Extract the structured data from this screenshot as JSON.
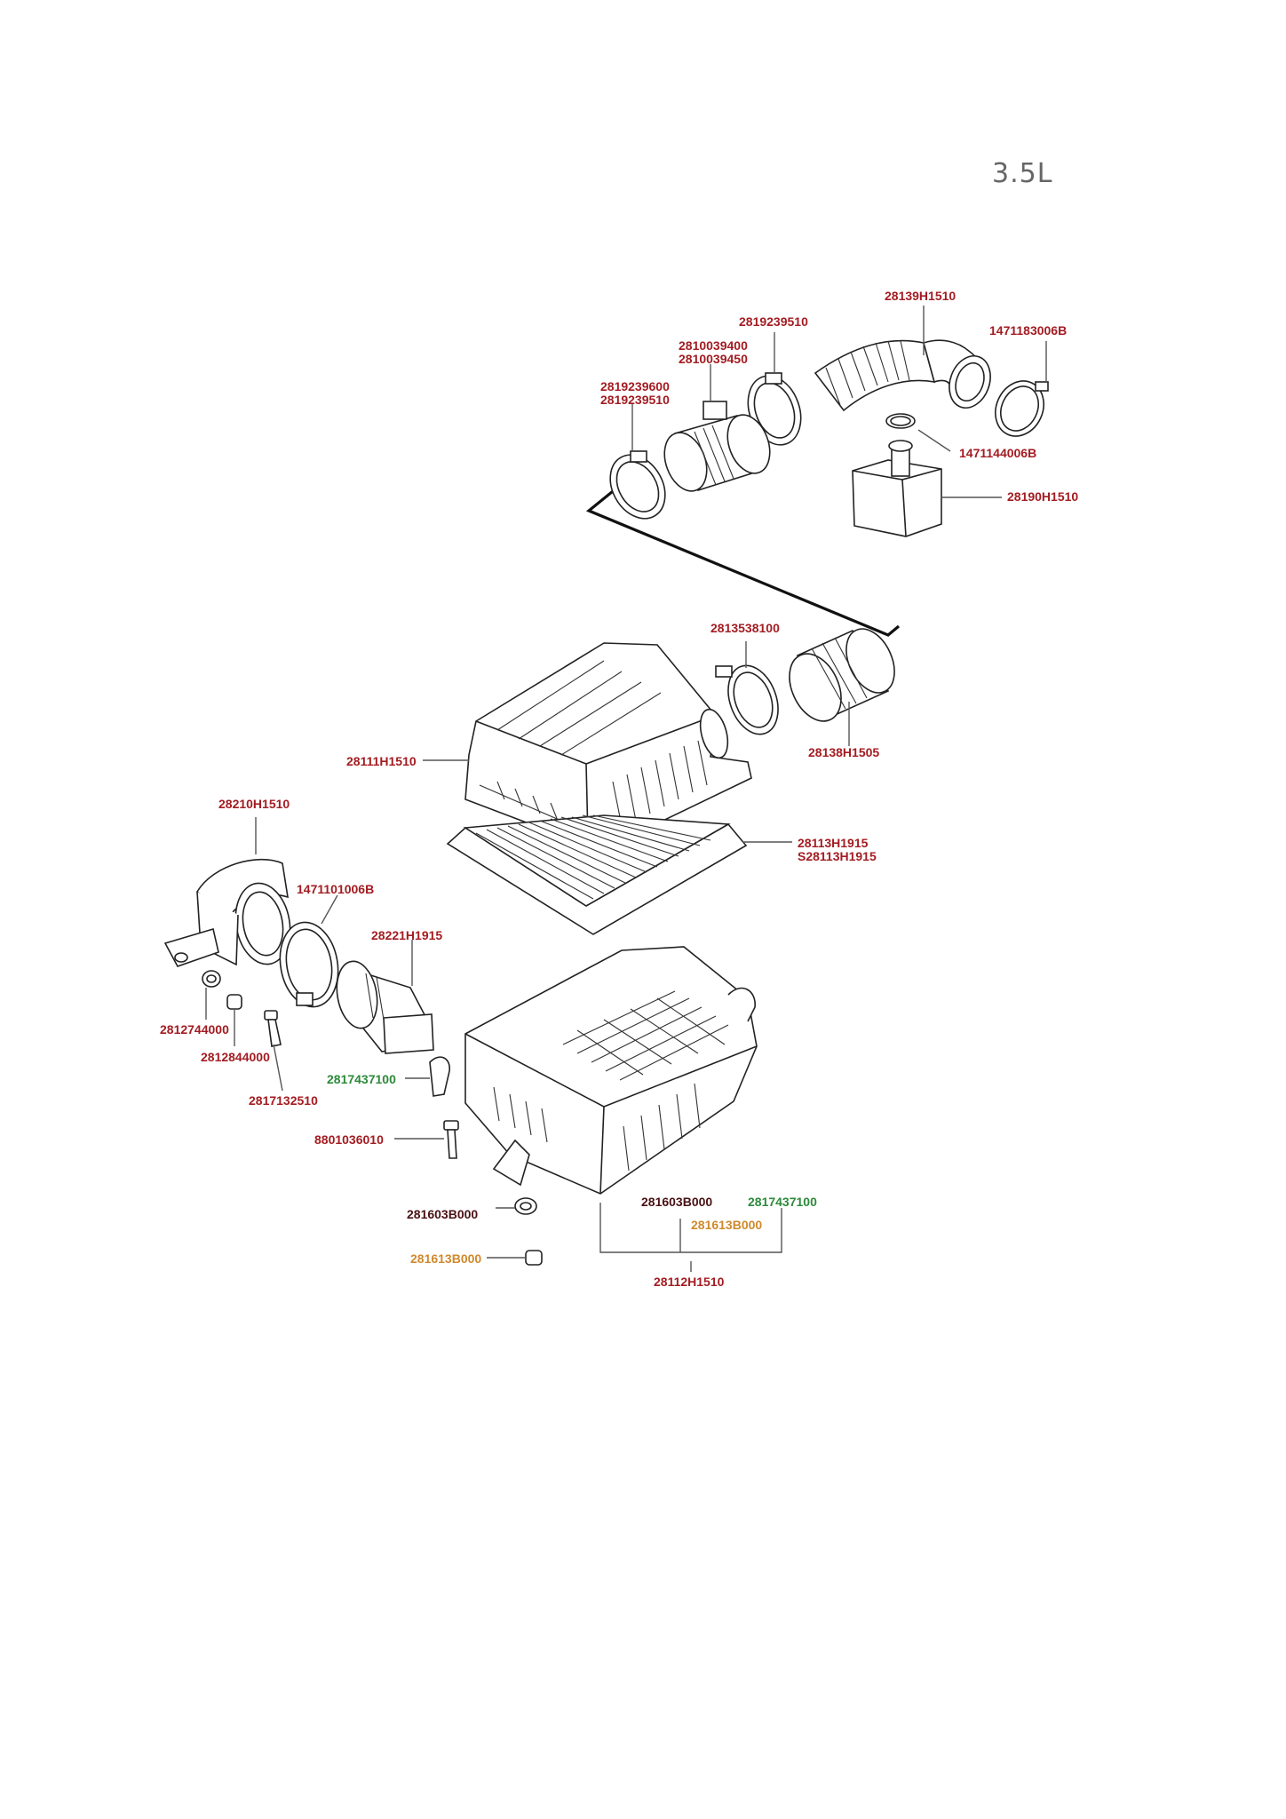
{
  "engine_variant": "3.5L",
  "labels": {
    "l28139H1510": "28139H1510",
    "l2819239510_top": "2819239510",
    "l1471183006B": "1471183006B",
    "l2810039400": "2810039400",
    "l2810039450": "2810039450",
    "l2819239600": "2819239600",
    "l2819239510": "2819239510",
    "l1471144006B": "1471144006B",
    "l28190H1510": "28190H1510",
    "l2813538100": "2813538100",
    "l28138H1505": "28138H1505",
    "l28111H1510": "28111H1510",
    "l28210H1510": "28210H1510",
    "l28113H1915": "28113H1915",
    "lS28113H1915": "S28113H1915",
    "l1471101006B": "1471101006B",
    "l28221H1915": "28221H1915",
    "l2812744000": "2812744000",
    "l2812844000": "2812844000",
    "l2817132510": "2817132510",
    "l2817437100_left": "2817437100",
    "l8801036010": "8801036010",
    "l281603B000_left": "281603B000",
    "l281613B000_left": "281613B000",
    "l281603B000_right": "281603B000",
    "l2817437100_right": "2817437100",
    "l281613B000_right": "281613B000",
    "l28112H1510": "28112H1510"
  },
  "colors": {
    "red": "#a31c22",
    "green": "#2c8a3a",
    "orange": "#cf8a2e",
    "dark": "#4a1114",
    "line": "#222222"
  }
}
